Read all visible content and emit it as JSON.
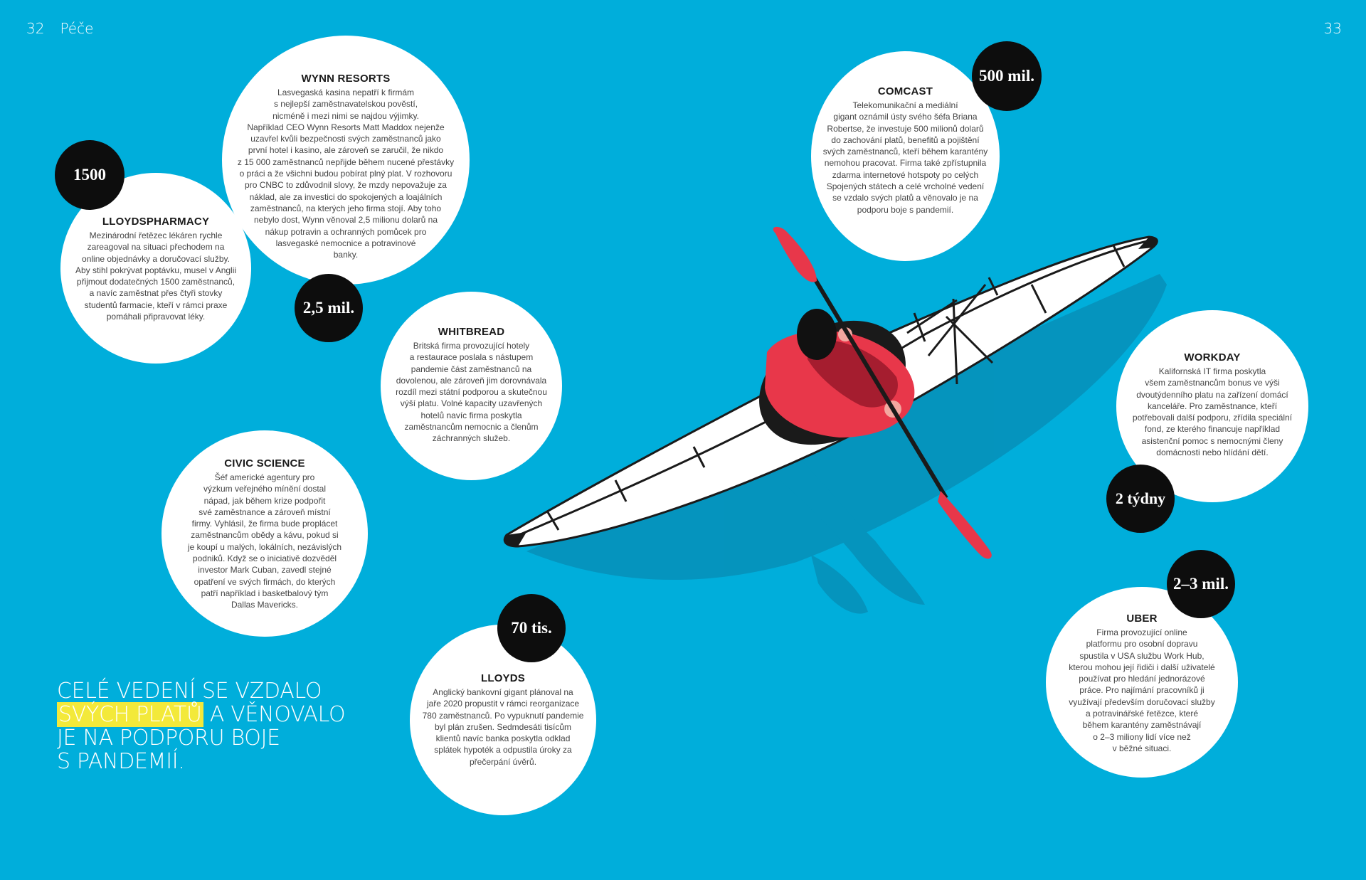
{
  "folio": {
    "left_page": "32",
    "section": "Péče",
    "right_page": "33"
  },
  "headline": {
    "line1": "CELÉ VEDENÍ SE VZDALO",
    "line2_highlight": "SVÝCH PLATŮ",
    "line2_rest": " A VĚNOVALO",
    "line3": "JE NA PODPORU BOJE",
    "line4": "S PANDEMIÍ."
  },
  "cards": {
    "wynn": {
      "title": "WYNN RESORTS",
      "lines": [
        "Lasvegaská kasina nepatří k firmám",
        "s nejlepší zaměstnavatelskou pověstí,",
        "nicméně i mezi nimi se najdou výjimky.",
        "Například CEO Wynn Resorts Matt Maddox nejenže",
        "uzavřel kvůli bezpečnosti svých zaměstnanců jako",
        "první hotel i kasino, ale zároveň se zaručil, že nikdo",
        "z 15 000 zaměstnanců nepřijde během nucené přestávky",
        "o práci a že všichni budou pobírat plný plat. V rozhovoru",
        "pro CNBC to zdůvodnil slovy, že mzdy nepovažuje za",
        "náklad, ale za investici do spokojených a loajálních",
        "zaměstnanců, na kterých jeho firma stojí. Aby toho",
        "nebylo dost, Wynn věnoval 2,5 milionu dolarů na",
        "nákup potravin a ochranných pomůcek pro",
        "lasvegaské nemocnice a potravinové",
        "banky."
      ],
      "badge": "2,5 mil."
    },
    "lloydspharmacy": {
      "title": "LLOYDSPHARMACY",
      "lines": [
        "Mezinárodní řetězec lékáren rychle",
        "zareagoval na situaci přechodem na",
        "online objednávky a doručovací služby.",
        "Aby stihl pokrývat poptávku, musel v Anglii",
        "přijmout dodatečných 1500 zaměstnanců,",
        "a navíc zaměstnat přes čtyři stovky",
        "studentů farmacie, kteří v rámci praxe",
        "pomáhali připravovat léky."
      ],
      "badge": "1500"
    },
    "comcast": {
      "title": "COMCAST",
      "lines": [
        "Telekomunikační a mediální",
        "gigant oznámil ústy svého šéfa Briana",
        "Robertse, že investuje 500 milionů dolarů",
        "do zachování platů, benefitů a pojištění",
        "svých zaměstnanců, kteří během karantény",
        "nemohou pracovat. Firma také zpřístupnila",
        "zdarma internetové hotspoty po celých",
        "Spojených státech a celé vrcholné vedení",
        "se vzdalo svých platů a věnovalo je na",
        "podporu boje s pandemií."
      ],
      "badge": "500 mil."
    },
    "whitbread": {
      "title": "WHITBREAD",
      "lines": [
        "Britská firma provozující hotely",
        "a restaurace poslala s nástupem",
        "pandemie část zaměstnanců na",
        "dovolenou, ale zároveň jim dorovnávala",
        "rozdíl mezi státní podporou a skutečnou",
        "výší platu. Volné kapacity uzavřených",
        "hotelů navíc firma poskytla",
        "zaměstnancům nemocnic a členům",
        "záchranných služeb."
      ]
    },
    "workday": {
      "title": "WORKDAY",
      "lines": [
        "Kalifornská IT firma poskytla",
        "všem zaměstnancům bonus ve výši",
        "dvoutýdenního platu na zařízení domácí",
        "kanceláře. Pro zaměstnance, kteří",
        "potřebovali další podporu, zřídila speciální",
        "fond, ze kterého financuje například",
        "asistenční pomoc s nemocnými členy",
        "domácnosti nebo hlídání dětí."
      ],
      "badge": "2 týdny"
    },
    "civic": {
      "title": "CIVIC SCIENCE",
      "lines": [
        "Šéf americké agentury pro",
        "výzkum veřejného mínění dostal",
        "nápad, jak během krize podpořit",
        "své zaměstnance a zároveň místní",
        "firmy. Vyhlásil, že firma bude proplácet",
        "zaměstnancům obědy a kávu, pokud si",
        "je koupí u malých, lokálních, nezávislých",
        "podniků. Když se o iniciativě dozvěděl",
        "investor Mark Cuban, zavedl stejné",
        "opatření ve svých firmách, do kterých",
        "patří například i basketbalový tým",
        "Dallas Mavericks."
      ]
    },
    "lloyds": {
      "title": "LLOYDS",
      "lines": [
        "Anglický bankovní gigant plánoval na",
        "jaře 2020 propustit v rámci reorganizace",
        "780 zaměstnanců. Po vypuknutí pandemie",
        "byl plán zrušen. Sedmdesáti tisícům",
        "klientů navíc banka poskytla odklad",
        "splátek hypoték a odpustila úroky za",
        "přečerpání úvěrů."
      ],
      "badge": "70 tis."
    },
    "uber": {
      "title": "UBER",
      "lines": [
        "Firma provozující online",
        "platformu pro osobní dopravu",
        "spustila v USA službu Work Hub,",
        "kterou mohou její řidiči i další uživatelé",
        "používat pro hledání jednorázové",
        "práce. Pro najímání pracovníků ji",
        "využívají především doručovací služby",
        "a potravinářské řetězce, které",
        "během karantény zaměstnávají",
        "o 2–3 miliony lidí více než",
        "v běžné situaci."
      ],
      "badge": "2–3 mil."
    }
  },
  "colors": {
    "background": "#00AEDB",
    "bubble": "#FFFFFF",
    "badge": "#0D0D0D",
    "highlight": "#F3E93A",
    "kayak_hull": "#FFFFFF",
    "paddler_jacket": "#E8374A",
    "paddle_blade": "#E8374A"
  },
  "illustration": {
    "subject": "kayak-with-paddler",
    "icon": "kayak-illustration"
  }
}
